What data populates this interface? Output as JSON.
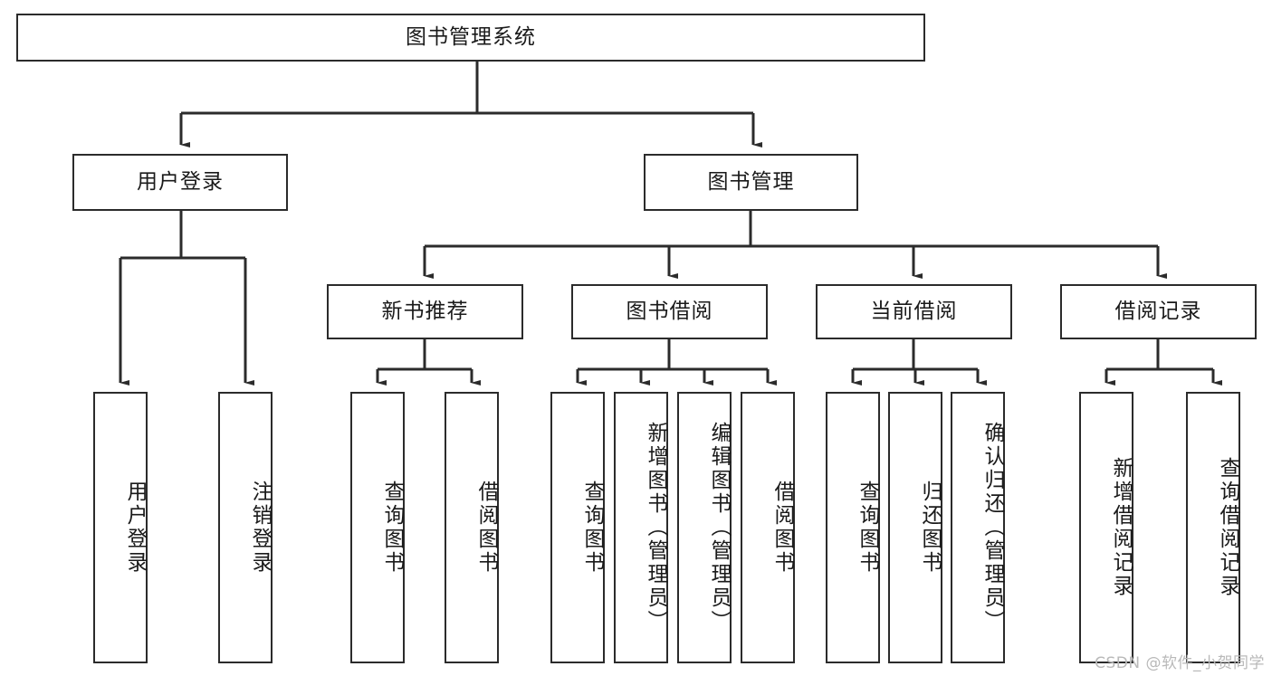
{
  "diagram": {
    "title": "图书管理系统",
    "type": "tree",
    "watermark": "CSDN @软件_小贺同学",
    "colors": {
      "box_border": "#2b2b2b",
      "box_fill": "#ffffff",
      "connector": "#2b2b2b",
      "text": "#1a1a1a",
      "watermark": "#b9b9b9"
    },
    "levels": {
      "root": {
        "label": "图书管理系统"
      },
      "level2": [
        {
          "id": "user-login",
          "label": "用户登录"
        },
        {
          "id": "book-management",
          "label": "图书管理"
        }
      ],
      "level3": [
        {
          "id": "new-book-recommend",
          "label": "新书推荐",
          "parent": "book-management"
        },
        {
          "id": "book-borrow",
          "label": "图书借阅",
          "parent": "book-management"
        },
        {
          "id": "current-borrow",
          "label": "当前借阅",
          "parent": "book-management"
        },
        {
          "id": "borrow-record",
          "label": "借阅记录",
          "parent": "book-management"
        }
      ],
      "leaves": {
        "user-login": [
          {
            "id": "leaf-user-login",
            "label": "用户登录"
          },
          {
            "id": "leaf-user-logout",
            "label": "注销登录"
          }
        ],
        "new-book-recommend": [
          {
            "id": "leaf-query-book-1",
            "label": "查询图书"
          },
          {
            "id": "leaf-borrow-book-1",
            "label": "借阅图书"
          }
        ],
        "book-borrow": [
          {
            "id": "leaf-query-book-2",
            "label": "查询图书"
          },
          {
            "id": "leaf-add-book",
            "label": "新增图书（管理员）"
          },
          {
            "id": "leaf-edit-book",
            "label": "编辑图书（管理员）"
          },
          {
            "id": "leaf-borrow-book-2",
            "label": "借阅图书"
          }
        ],
        "current-borrow": [
          {
            "id": "leaf-query-book-3",
            "label": "查询图书"
          },
          {
            "id": "leaf-return-book",
            "label": "归还图书"
          },
          {
            "id": "leaf-confirm-return",
            "label": "确认归还（管理员）"
          }
        ],
        "borrow-record": [
          {
            "id": "leaf-add-record",
            "label": "新增借阅记录"
          },
          {
            "id": "leaf-query-record",
            "label": "查询借阅记录"
          }
        ]
      }
    }
  }
}
